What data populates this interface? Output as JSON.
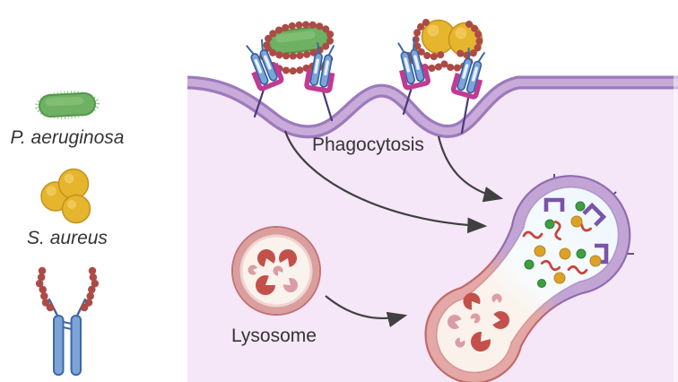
{
  "labels": {
    "phagocytosis": "Phagocytosis",
    "lysosome": "Lysosome"
  },
  "legend": {
    "items": [
      {
        "icon": "p-aeruginosa-icon",
        "label": "P. aeruginosa"
      },
      {
        "icon": "s-aureus-icon",
        "label": "S. aureus"
      },
      {
        "icon": "antibody-icon"
      }
    ]
  },
  "colors": {
    "background": "#ffffff",
    "cytoplasm": "#f5e6f8",
    "membrane_band": "#c9abda",
    "membrane_edge": "#9c7abc",
    "receptor_magenta": "#c13a94",
    "receptor_stalk": "#4a3a7d",
    "antibody_blue": "#7da4d9",
    "antibody_outline": "#30619f",
    "opsonin_beads": "#ac4b46",
    "p_aeruginosa_green": "#6fb163",
    "s_aureus_yellow": "#e6b52e",
    "lysosome_ring": "#db9e9e",
    "lysosome_edge": "#c17272",
    "enzyme_dark_red": "#c4504b",
    "enzyme_pink": "#dc9ca3",
    "phagosome_band": "#c2a5d5",
    "phagosome_edge": "#8f6cb0",
    "debris_red": "#cb423c",
    "debris_green": "#3f9d44",
    "debris_yellow": "#dba229",
    "arrow": "#404040",
    "text": "#343434"
  }
}
